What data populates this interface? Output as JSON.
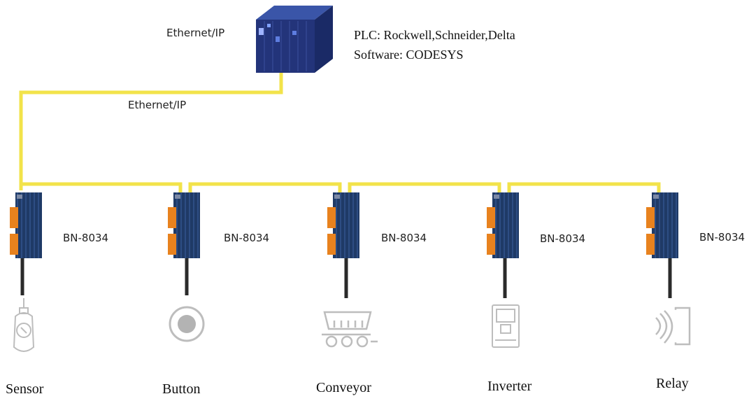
{
  "colors": {
    "cable": "#f2e34a",
    "module": "#1f3a66",
    "terminal": "#e8821e",
    "device_icon": "#bdbdbd",
    "plc": "#23347a"
  },
  "top_link_label": "Ethernet/IP",
  "trunk_label": "Ethernet/IP",
  "plc": {
    "line1": "PLC: Rockwell,Schneider,Delta",
    "line2": "Software: CODESYS"
  },
  "nodes": [
    {
      "module": "BN-8034",
      "device": "Sensor",
      "icon": "sensor-icon"
    },
    {
      "module": "BN-8034",
      "device": "Button",
      "icon": "button-icon"
    },
    {
      "module": "BN-8034",
      "device": "Conveyor",
      "icon": "conveyor-icon"
    },
    {
      "module": "BN-8034",
      "device": "Inverter",
      "icon": "inverter-icon"
    },
    {
      "module": "BN-8034",
      "device": "Relay",
      "icon": "relay-icon"
    }
  ]
}
